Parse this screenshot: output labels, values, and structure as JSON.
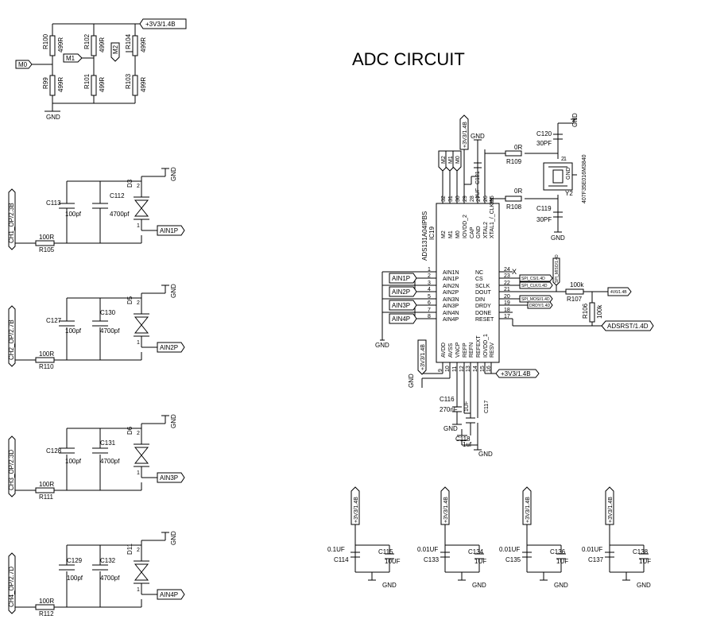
{
  "title": "ADC CIRCUIT",
  "divider": {
    "res": [
      {
        "ref": "R100",
        "val": "499R"
      },
      {
        "ref": "R99",
        "val": "499R"
      },
      {
        "ref": "R102",
        "val": "499R"
      },
      {
        "ref": "R101",
        "val": "499R"
      },
      {
        "ref": "R104",
        "val": "499R"
      },
      {
        "ref": "R103",
        "val": "499R"
      }
    ],
    "m0": "M0",
    "m1": "M1",
    "m2": "M2",
    "supply": "+3V3/1.4B",
    "gnd": "GND"
  },
  "channels": [
    {
      "input": "CH1_OP/2.3B",
      "r": "R105",
      "rv": "100R",
      "ca": "C113",
      "cav": "100pf",
      "cb": "C112",
      "cbv": "4700pf",
      "d": "D3",
      "out": "AIN1P",
      "gnd": "GND",
      "pin1": "1",
      "pin2": "2"
    },
    {
      "input": "CH2_OP/2.7B",
      "r": "R110",
      "rv": "100R",
      "ca": "C127",
      "cav": "100pf",
      "cb": "C130",
      "cbv": "4700pf",
      "d": "D5",
      "out": "AIN2P",
      "gnd": "GND",
      "pin1": "1",
      "pin2": "2"
    },
    {
      "input": "CH3_OP/2.3D",
      "r": "R111",
      "rv": "100R",
      "ca": "C128",
      "cav": "100pf",
      "cb": "C131",
      "cbv": "4700pf",
      "d": "D6",
      "out": "AIN3P",
      "gnd": "GND",
      "pin1": "1",
      "pin2": "2"
    },
    {
      "input": "CH4_OP/2.7D",
      "r": "R112",
      "rv": "100R",
      "ca": "C129",
      "cav": "100pf",
      "cb": "C132",
      "cbv": "4700pf",
      "d": "D11",
      "out": "AIN4P",
      "gnd": "GND",
      "pin1": "1",
      "pin2": "2"
    }
  ],
  "ic": {
    "ref": "IC19",
    "part": "ADS131A04IPBS",
    "top_pins": [
      {
        "num": "32",
        "name": "M2"
      },
      {
        "num": "31",
        "name": "M1"
      },
      {
        "num": "30",
        "name": "M0"
      },
      {
        "num": "29",
        "name": "IOVDD_2"
      },
      {
        "num": "28",
        "name": "CAP"
      },
      {
        "num": "27",
        "name": "GND"
      },
      {
        "num": "26",
        "name": "XTAL2"
      },
      {
        "num": "25",
        "name": "XTAL1_/_CLKIN"
      }
    ],
    "left_pins": [
      {
        "num": "1",
        "name": "AIN1N"
      },
      {
        "num": "2",
        "name": "AIN1P"
      },
      {
        "num": "3",
        "name": "AIN2N"
      },
      {
        "num": "4",
        "name": "AIN2P"
      },
      {
        "num": "5",
        "name": "AIN3N"
      },
      {
        "num": "6",
        "name": "AIN3P"
      },
      {
        "num": "7",
        "name": "AIN4N"
      },
      {
        "num": "8",
        "name": "AIN4P"
      }
    ],
    "right_pins": [
      {
        "num": "24",
        "name": "NC"
      },
      {
        "num": "23",
        "name": "CS"
      },
      {
        "num": "22",
        "name": "SCLK"
      },
      {
        "num": "21",
        "name": "DOUT"
      },
      {
        "num": "20",
        "name": "DIN"
      },
      {
        "num": "19",
        "name": "DRDY"
      },
      {
        "num": "18",
        "name": "DONE"
      },
      {
        "num": "17",
        "name": "RESET"
      }
    ],
    "bottom_pins": [
      {
        "num": "9",
        "name": "AVDD"
      },
      {
        "num": "10",
        "name": "AVSS"
      },
      {
        "num": "11",
        "name": "VNCP"
      },
      {
        "num": "12",
        "name": "REFP"
      },
      {
        "num": "13",
        "name": "REFN"
      },
      {
        "num": "14",
        "name": "REFEXT"
      },
      {
        "num": "15",
        "name": "IOVDD_1"
      },
      {
        "num": "16",
        "name": "RESV"
      }
    ]
  },
  "ic_nets": {
    "top_m2": "M2",
    "top_m1": "M1",
    "top_m0": "M0",
    "top_supply": "+3V3/1.4B",
    "c121": "C121",
    "c121v": "1UF",
    "gnd_cap": "GND",
    "ain1p": "AIN1P",
    "ain2p": "AIN2P",
    "ain3p": "AIN3P",
    "ain4p": "AIN4P",
    "gnd_left": "GND",
    "spi_cs": "SPI_CS/1.4D",
    "spi_clk": "SPI_CLK/1.4D",
    "spi_miso": "SPI_MISO/1.4D",
    "spi_mosi": "SPI_MOSI/1.4D",
    "drdy": "DRDY/1.4D",
    "nc_mark": "X",
    "r107": "R107",
    "r107v": "100k",
    "r106": "R106",
    "r106v": "100k",
    "vbat": "4V6/1.4B",
    "adsrst": "ADSRST/1.4D",
    "bot_supply_left": "+3V3/1.4B",
    "bot_supply_right": "+3V3/1.4B",
    "gnd_bottom": "GND",
    "c116": "C116",
    "c116v": "270nF",
    "c117": "C117",
    "c117v": "1UF",
    "c118": "C118",
    "c118v": "1uf",
    "gnd_c116": "GND",
    "gnd_c118": "GND"
  },
  "crystal": {
    "r109": "R109",
    "r109v": "0R",
    "r108": "R108",
    "r108v": "0R",
    "c120": "C120",
    "c120v": "30PF",
    "c119": "C119",
    "c119v": "30PF",
    "y": "Y2",
    "part": "407F35E016M3840",
    "gnd_top": "GND",
    "gnd_bottom": "GND",
    "gnd_in": "GND",
    "pin1": "1",
    "pin2": "2"
  },
  "decoupling": [
    {
      "supply": "+3V3/1.4B",
      "c1": "C114",
      "c1v": "0.1UF",
      "c2": "C115",
      "c2v": "10UF",
      "gnd": "GND"
    },
    {
      "supply": "+3V3/1.4B",
      "c1": "C133",
      "c1v": "0.01UF",
      "c2": "C134",
      "c2v": "1UF",
      "gnd": "GND"
    },
    {
      "supply": "+3V3/1.4B",
      "c1": "C135",
      "c1v": "0.01UF",
      "c2": "C136",
      "c2v": "1UF",
      "gnd": "GND"
    },
    {
      "supply": "+3V3/1.4B",
      "c1": "C137",
      "c1v": "0.01UF",
      "c2": "C138",
      "c2v": "1UF",
      "gnd": "GND"
    }
  ]
}
